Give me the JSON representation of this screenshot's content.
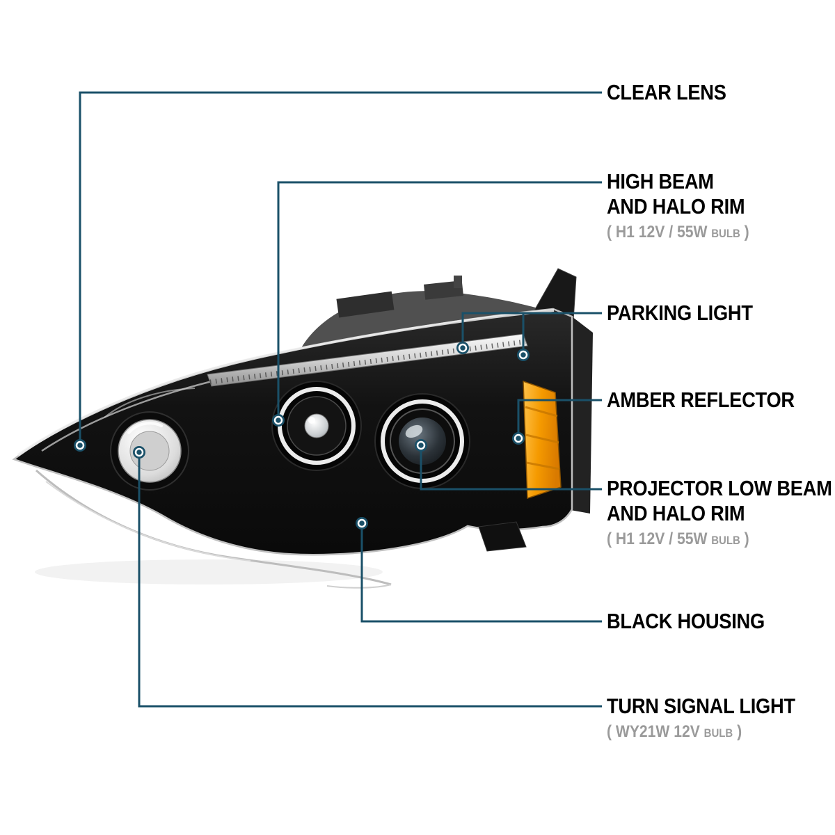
{
  "callouts": [
    {
      "key": "clear-lens",
      "title_lines": [
        "CLEAR LENS"
      ]
    },
    {
      "key": "high-beam-halo-rim",
      "title_lines": [
        "HIGH BEAM",
        "AND HALO RIM"
      ],
      "spec": {
        "open": "( H1 12V / 55W ",
        "unit": "BULB",
        "close": " )"
      }
    },
    {
      "key": "parking-light",
      "title_lines": [
        "PARKING LIGHT"
      ]
    },
    {
      "key": "amber-reflector",
      "title_lines": [
        "AMBER REFLECTOR"
      ]
    },
    {
      "key": "projector-low-beam-halo-rim",
      "title_lines": [
        "PROJECTOR LOW BEAM",
        "AND HALO RIM"
      ],
      "spec": {
        "open": "( H1 12V / 55W ",
        "unit": "BULB",
        "close": " )"
      }
    },
    {
      "key": "black-housing",
      "title_lines": [
        "BLACK HOUSING"
      ]
    },
    {
      "key": "turn-signal-light",
      "title_lines": [
        "TURN SIGNAL LIGHT"
      ],
      "spec": {
        "open": "( WY21W 12V ",
        "unit": "BULB",
        "close": " )"
      }
    }
  ],
  "colors": {
    "callout_line": "#1a5068",
    "label_text": "#000000",
    "spec_text": "#9a9a9a",
    "amber_reflector": "#f59a00",
    "background": "#ffffff"
  }
}
